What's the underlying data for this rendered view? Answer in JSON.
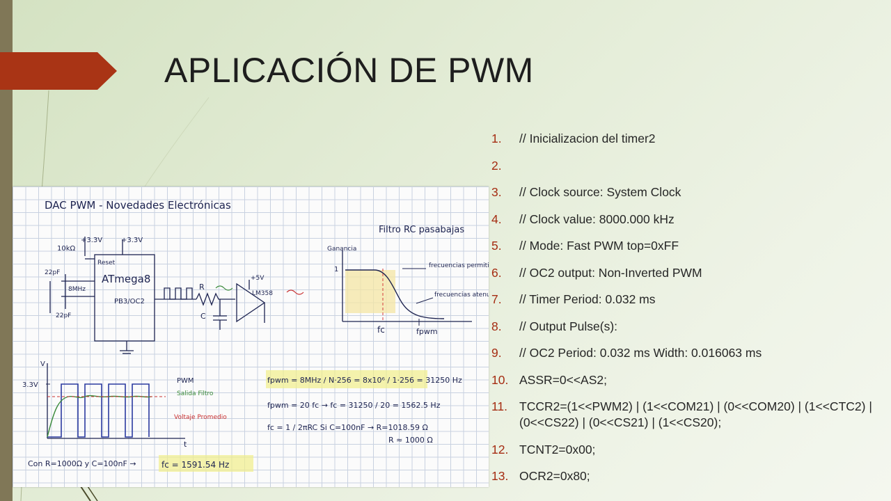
{
  "slide": {
    "title": "APLICACIÓN DE PWM",
    "accent_color": "#a93415",
    "sidebar_color": "#807757",
    "number_color": "#a52c12"
  },
  "code_lines": [
    {
      "num": "1.",
      "text": "// Inicializacion del timer2"
    },
    {
      "num": "2.",
      "text": ""
    },
    {
      "num": "3.",
      "text": "// Clock source: System Clock"
    },
    {
      "num": "4.",
      "text": "// Clock value: 8000.000 kHz"
    },
    {
      "num": "5.",
      "text": "// Mode: Fast PWM top=0xFF"
    },
    {
      "num": "6.",
      "text": "// OC2 output: Non-Inverted PWM"
    },
    {
      "num": "7.",
      "text": "// Timer Period: 0.032 ms"
    },
    {
      "num": "8.",
      "text": "// Output Pulse(s):"
    },
    {
      "num": "9.",
      "text": "// OC2 Period: 0.032 ms Width: 0.016063 ms"
    },
    {
      "num": "10.",
      "text": "ASSR=0<<AS2;"
    },
    {
      "num": "11.",
      "text": "TCCR2=(1<<PWM2) | (1<<COM21) | (0<<COM20) | (1<<CTC2) | (0<<CS22) | (0<<CS21) | (1<<CS20);"
    },
    {
      "num": "12.",
      "text": "TCNT2=0x00;"
    },
    {
      "num": "13.",
      "text": "OCR2=0x80;"
    }
  ],
  "notebook": {
    "heading": "DAC PWM - Novedades Electrónicas",
    "circuit": {
      "v33_a": "+3.3V",
      "v33_b": "+3.3V",
      "pot": "10kΩ",
      "reset": "Reset",
      "mcu": "ATmega8",
      "pin": "PB3/OC2",
      "cap1": "22pF",
      "cap2": "22pF",
      "crystal": "8MHz",
      "res": "R",
      "cap": "C",
      "vcc5": "+5V",
      "opamp": "LM358"
    },
    "filter": {
      "title": "Filtro RC pasabajas",
      "gain": "Ganancia",
      "one": "1",
      "pass": "frecuencias permitidas",
      "stop": "frecuencias atenuadas",
      "fc": "fc",
      "fpwm": "fpwm"
    },
    "signal": {
      "v": "V",
      "v33": "3.3V",
      "t": "t",
      "pwm": "PWM",
      "salida": "Salida Filtro",
      "promedio": "Voltaje Promedio"
    },
    "formulas": {
      "f1": "fpwm = 8MHz / N·256 = 8x10⁶ / 1·256 = 31250 Hz",
      "f2": "fpwm = 20 fc → fc = 31250 / 20 = 1562.5 Hz",
      "f3": "fc = 1 / 2πRC   Si C=100nF → R=1018.59 Ω",
      "f4": "R ≈ 1000 Ω",
      "f5": "Con R=1000Ω y C=100nF →",
      "f6": "fc = 1591.54 Hz"
    }
  }
}
